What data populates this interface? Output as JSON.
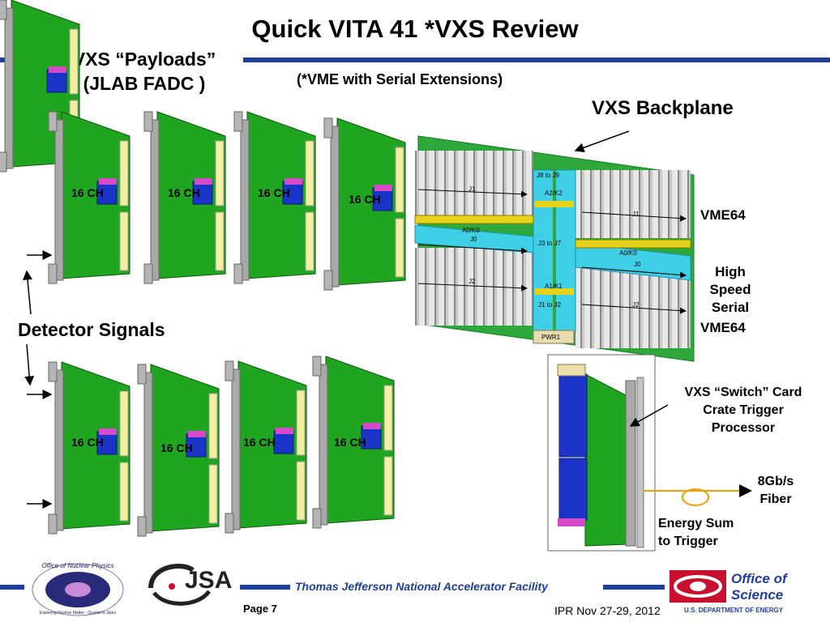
{
  "title": "Quick VITA 41 *VXS Review",
  "payloads": {
    "line1": "VXS “Payloads”",
    "line2": "(JLAB FADC )"
  },
  "subtitle": "(*VME with Serial Extensions)",
  "backplane": {
    "label": "VXS Backplane",
    "vme64_top": "VME64",
    "high_speed_line1": "High Speed",
    "high_speed_line2": "Serial",
    "vme64_bottom": "VME64",
    "connectors": {
      "j8_j9": "J8 to J9",
      "a2k2": "A2/K2",
      "j1_left": "J1",
      "j1_right": "J1",
      "a0k0_left": "A0/K0",
      "a0k0_right": "A0/K0",
      "j0_left": "J0",
      "j0_right": "J0",
      "j3_j7": "J3 to J7",
      "a1k1": "A1/K1",
      "j1_j2": "J1 to J2",
      "j2_left": "J2",
      "j2_right": "J2",
      "pwr1": "PWR1"
    }
  },
  "channel_label": "16 CH",
  "detector_signals": "Detector Signals",
  "switch_card": {
    "line1": "VXS “Switch” Card",
    "line2": "Crate Trigger",
    "line3": "Processor"
  },
  "fiber": {
    "line1": "8Gb/s",
    "line2": "Fiber"
  },
  "energy": {
    "line1": "Energy Sum",
    "line2": "to Trigger"
  },
  "footer": {
    "facility": "Thomas Jefferson National Accelerator Facility",
    "page": "Page 7",
    "event": "IPR  Nov 27-29, 2012",
    "onp_logo_text": "Office of Nuclear Physics",
    "onp_logo_sub": "Exploring Nuclear Matter - Quarks to Stars",
    "jsa_logo_text": "JSA",
    "oos_line1": "Office of",
    "oos_line2": "Science",
    "oos_dept": "U.S. DEPARTMENT OF ENERGY"
  },
  "colors": {
    "accent_blue": "#1f3e9c",
    "board_green": "#1fa51f",
    "backplane_green": "#2ea83a",
    "serial_cyan": "#3fd0e8",
    "fiber_orange": "#f0a000"
  }
}
